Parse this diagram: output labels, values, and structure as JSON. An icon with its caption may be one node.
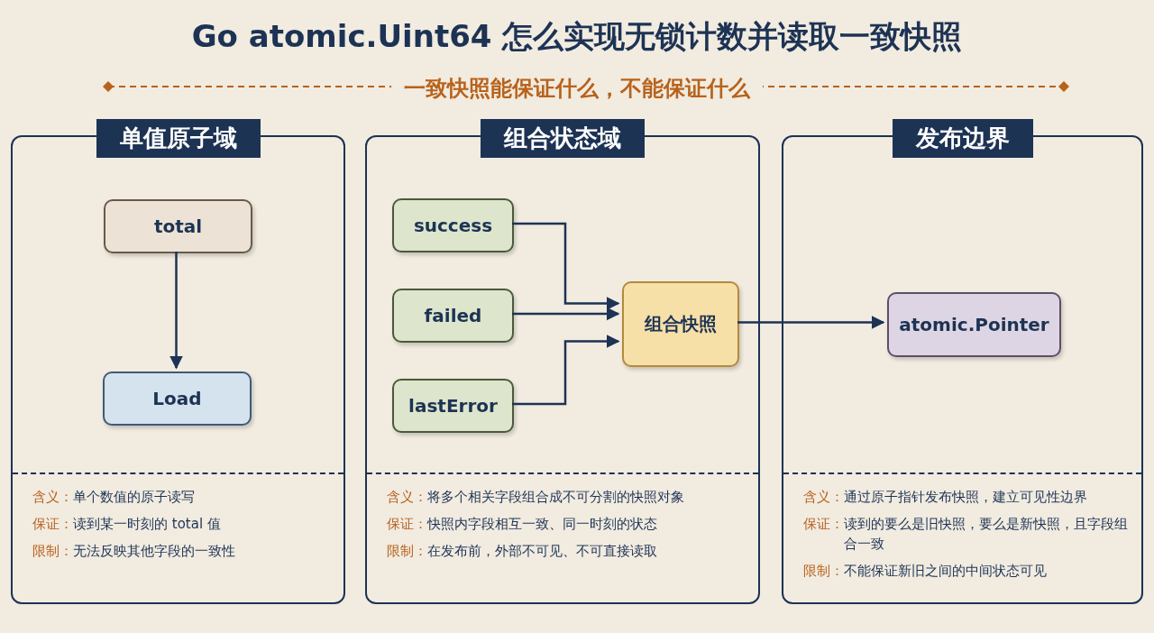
{
  "diagram": {
    "title": "Go atomic.Uint64 怎么实现无锁计数并读取一致快照",
    "nodes": [
      {
        "text": [
          "单值原子域",
          "含义：",
          "单个数值的原子读写",
          "保证：",
          "读到某一时刻的 total 值",
          "限制：",
          "无法反映其他字段的一致性"
        ]
      },
      {
        "text": [
          "total"
        ],
        "in": 0
      },
      {
        "text": [
          "Load"
        ],
        "in": 0
      },
      {
        "text": [
          "组合状态域",
          "含义：",
          "将多个相关字段组合成不可分割的快照对象",
          "保证：",
          "快照内字段相互一致、同一时刻的状态",
          "限制：",
          "在发布前，外部不可见、不可直接读取"
        ]
      },
      {
        "text": [
          "success"
        ],
        "in": 3
      },
      {
        "text": [
          "failed"
        ],
        "in": 3
      },
      {
        "text": [
          "lastError"
        ],
        "in": 3
      },
      {
        "text": [
          "组合快照"
        ],
        "in": 3
      },
      {
        "text": [
          "发布边界",
          "含义：",
          "通过原子指针发布快照，建立可见性边界",
          "保证：",
          "读到的要么是旧快照，要么是新快照，且字段组合一致",
          "限制：",
          "不能保证新旧之间的中间状态可见"
        ]
      },
      {
        "text": [
          "atomic.Pointer"
        ],
        "in": 8
      }
    ],
    "edges": [
      {
        "from": 1,
        "to": 2,
        "arrow": "to"
      },
      {
        "from": 4,
        "to": 7,
        "arrow": "to"
      },
      {
        "from": 5,
        "to": 7,
        "arrow": "to"
      },
      {
        "from": 6,
        "to": 7,
        "arrow": "to"
      },
      {
        "from": 7,
        "to": 9,
        "arrow": "to"
      }
    ],
    "labels": [
      "一致快照能保证什么，不能保证什么"
    ]
  }
}
